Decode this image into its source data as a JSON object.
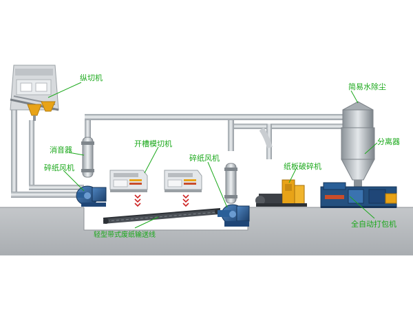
{
  "labels": {
    "longitudinal_cutter": "纵切机",
    "silencer": "消音器",
    "shredder_fan_left": "碎纸风机",
    "slotting_die_cutter": "开槽模切机",
    "shredder_fan_right": "碎纸风机",
    "conveyor": "轻型带式废纸输送线",
    "board_crusher": "纸板破碎机",
    "dust_remover": "简易水除尘",
    "separator": "分离器",
    "baler": "全自动打包机"
  },
  "colors": {
    "label_green": "#1aa81a",
    "floor_gray": "#b9bcbf",
    "duct_gray": "#d6dadd",
    "machine_blue": "#2a5f98",
    "machine_yellow": "#e8a317",
    "arrow_red": "#cc2222"
  }
}
